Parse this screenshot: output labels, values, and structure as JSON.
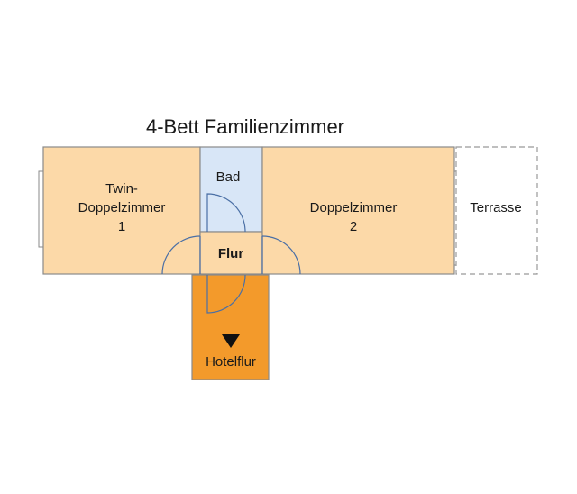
{
  "title": "4-Bett Familienzimmer",
  "rooms": {
    "twin": {
      "line1": "Twin-",
      "line2": "Doppelzimmer",
      "line3": "1"
    },
    "bad": {
      "label": "Bad"
    },
    "doppel": {
      "line1": "Doppelzimmer",
      "line2": "2"
    },
    "terrasse": {
      "label": "Terrasse"
    },
    "flur": {
      "label": "Flur"
    },
    "hotelflur": {
      "label": "Hotelflur"
    }
  },
  "colors": {
    "room_fill": "#fcd9a8",
    "bath_fill": "#d8e6f7",
    "hallway_fill": "#f39a2b",
    "outline": "#8a8a8a",
    "terrace_outline": "#999999",
    "door_line": "#4a6fa5"
  }
}
